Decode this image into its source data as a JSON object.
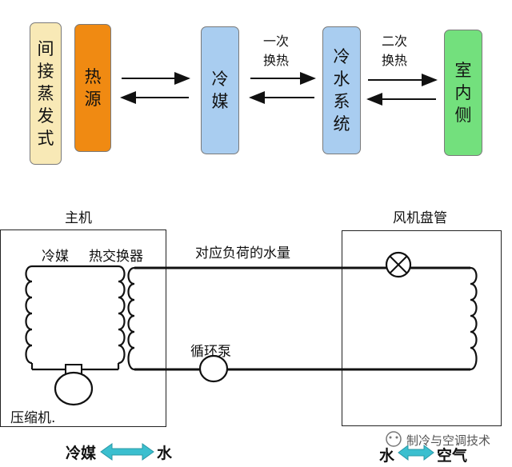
{
  "top_flow": {
    "indirect": [
      "间",
      "接",
      "蒸",
      "发",
      "式"
    ],
    "heat_source": [
      "热",
      "源"
    ],
    "refrigerant": [
      "冷",
      "媒"
    ],
    "chilled_water": [
      "冷",
      "水",
      "系",
      "统"
    ],
    "indoor": [
      "室",
      "内",
      "侧"
    ],
    "first_exchange": [
      "一次",
      "换热"
    ],
    "second_exchange": [
      "二次",
      "换热"
    ],
    "colors": {
      "indirect": "#f8e9b6",
      "heat_source": "#f08a12",
      "refrigerant": "#a9cdf0",
      "chilled_water": "#a9cdf0",
      "indoor": "#73e07d"
    }
  },
  "system": {
    "main_unit": "主机",
    "fan_coil": "风机盘管",
    "refrigerant_label": "冷媒",
    "heat_exchanger_label": "热交换器",
    "load_water_label": "对应负荷的水量",
    "pump_label": "循环泵",
    "compressor_label": "压缩机."
  },
  "legend": {
    "left_a": "冷媒",
    "left_b": "水",
    "right_a": "水",
    "right_b": "空气",
    "arrow_color": "#3bbfcf"
  },
  "watermark": "制冷与空调技术"
}
